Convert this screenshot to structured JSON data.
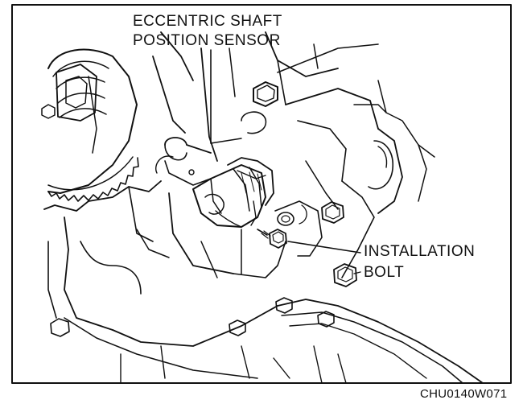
{
  "callouts": {
    "sensor_line1": "ECCENTRIC SHAFT",
    "sensor_line2": "POSITION SENSOR",
    "bolt_line1": "INSTALLATION",
    "bolt_line2": "BOLT"
  },
  "figure_code": "CHU0140W071",
  "colors": {
    "line": "#111111",
    "background": "#ffffff"
  }
}
